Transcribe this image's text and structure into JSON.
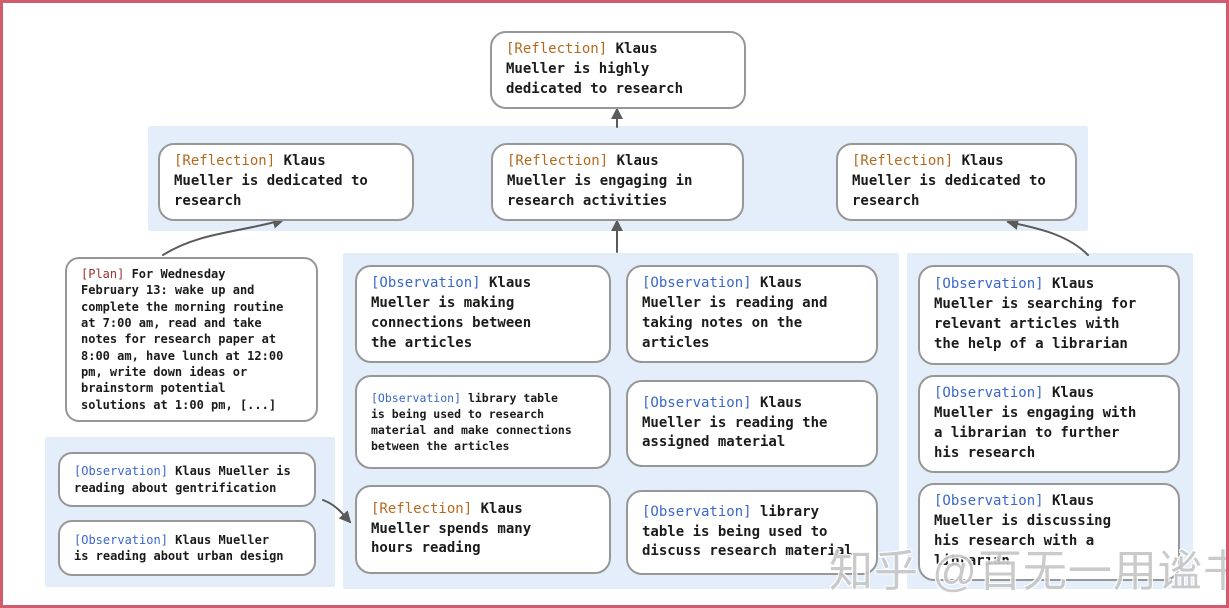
{
  "colors": {
    "frame": "#d25b6c",
    "panel": "#e4eefb",
    "boxborder": "#979797",
    "text": "#1b1b1b",
    "reflection": "#b5691d",
    "observation": "#3a67c8",
    "plan": "#9e2f2f",
    "arrow": "#5a5a5a",
    "watermark": "#c6c6c6"
  },
  "watermark": "知乎 @百无一用谧书生",
  "nodes": {
    "top": {
      "tag": "[Reflection]",
      "text": " Klaus\nMueller is highly\ndedicated to research"
    },
    "ref_left": {
      "tag": "[Reflection]",
      "text": " Klaus\nMueller is dedicated to\nresearch"
    },
    "ref_mid": {
      "tag": "[Reflection]",
      "text": " Klaus\nMueller is engaging in\nresearch activities"
    },
    "ref_right": {
      "tag": "[Reflection]",
      "text": " Klaus\nMueller is dedicated to\nresearch"
    },
    "plan": {
      "tag": "[Plan]",
      "text": " For Wednesday\nFebruary 13: wake up and\ncomplete the morning routine\nat 7:00 am, read and take\nnotes for research paper at\n8:00 am, have lunch at 12:00\npm, write down ideas or\nbrainstorm potential\nsolutions at 1:00 pm, [...]"
    },
    "obs_gentrification": {
      "tag": "[Observation]",
      "text": " Klaus Mueller is\nreading about gentrification"
    },
    "obs_urban": {
      "tag": "[Observation]",
      "text": " Klaus Mueller\nis reading about urban design"
    },
    "obs_connections": {
      "tag": "[Observation]",
      "text": " Klaus\nMueller is making\nconnections between\nthe articles"
    },
    "obs_library_research": {
      "tag": "[Observation]",
      "text": " library table\nis being used to research\nmaterial and make connections\nbetween the articles"
    },
    "ref_hours": {
      "tag": "[Reflection]",
      "text": " Klaus\nMueller spends many\nhours reading"
    },
    "obs_notes": {
      "tag": "[Observation]",
      "text": " Klaus\nMueller is reading and\ntaking notes on the\narticles"
    },
    "obs_assigned": {
      "tag": "[Observation]",
      "text": " Klaus\nMueller is reading the\nassigned material"
    },
    "obs_library_discuss": {
      "tag": "[Observation]",
      "text": " library\ntable is being used to\ndiscuss research material"
    },
    "obs_searching": {
      "tag": "[Observation]",
      "text": " Klaus\nMueller is searching for\nrelevant articles with\nthe help of a librarian"
    },
    "obs_engaging": {
      "tag": "[Observation]",
      "text": " Klaus\nMueller is engaging with\na librarian to further\nhis research"
    },
    "obs_discussing": {
      "tag": "[Observation]",
      "text": " Klaus\nMueller is discussing\nhis research with a\nlibrarian"
    }
  }
}
